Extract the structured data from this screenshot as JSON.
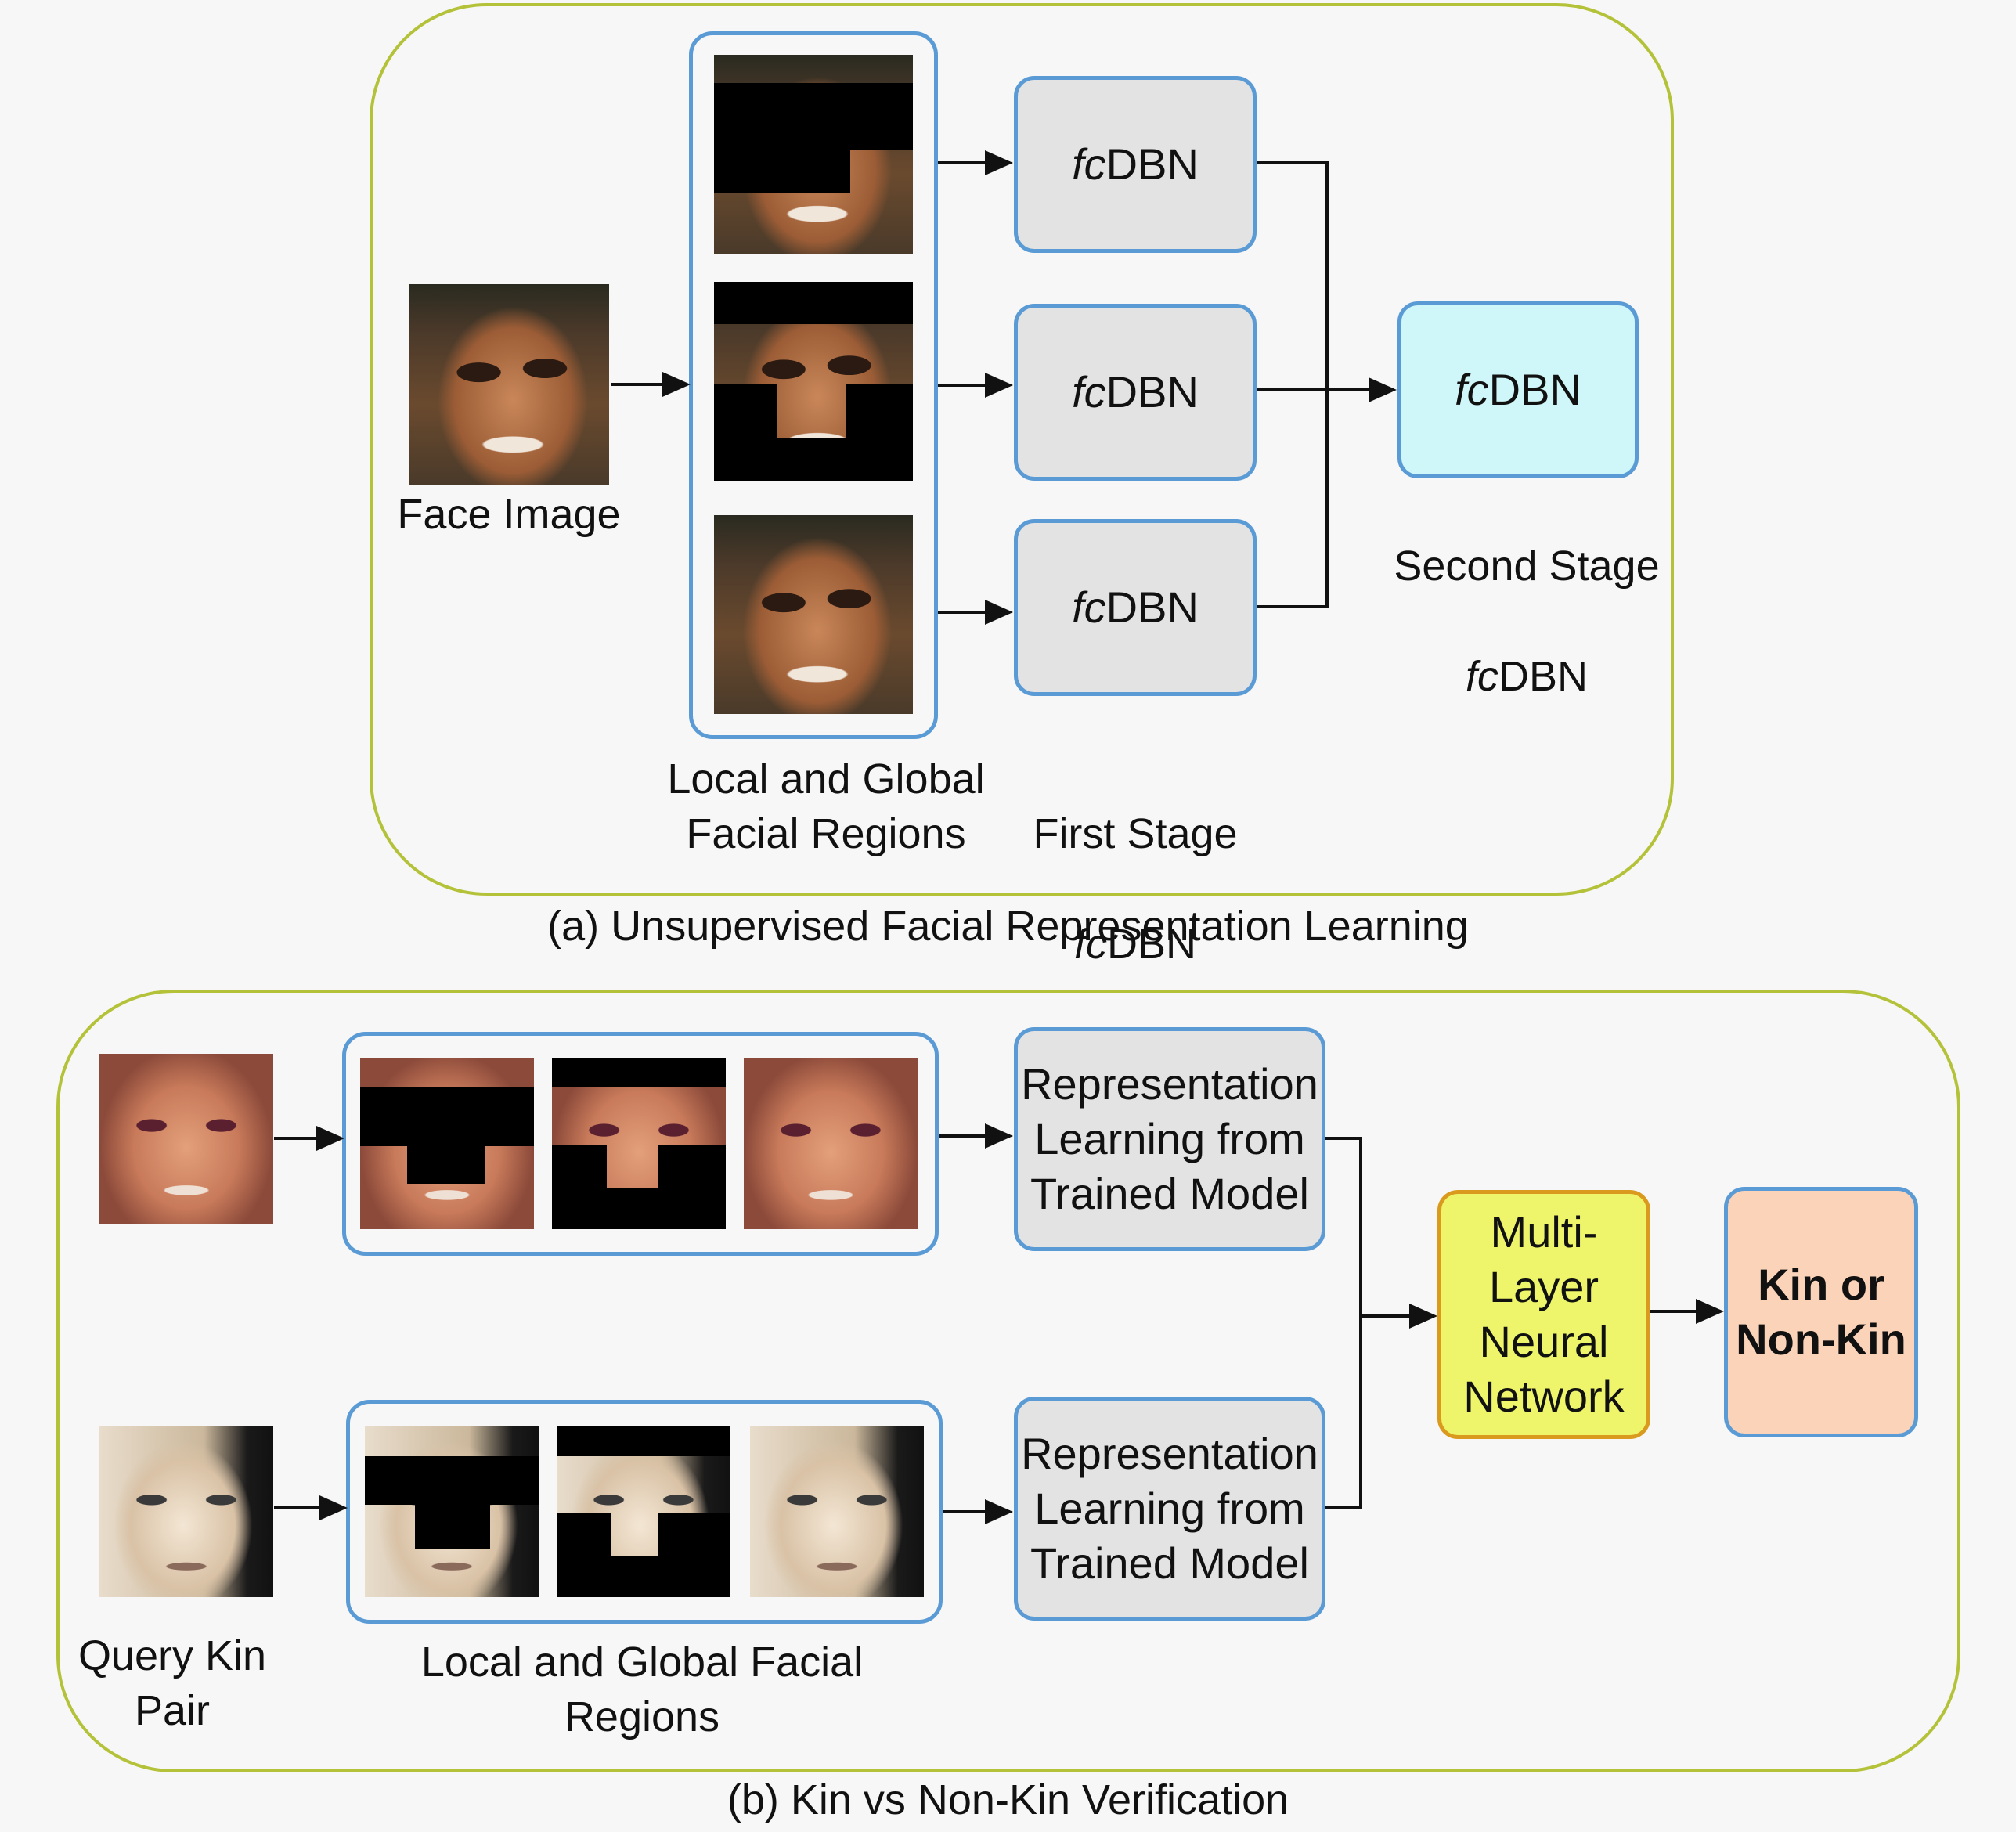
{
  "panel_a": {
    "face_label": "Face Image",
    "regions_label": "Local and Global\nFacial Regions",
    "first_stage_nodes": [
      "fcDBN",
      "fcDBN",
      "fcDBN"
    ],
    "first_stage_label_line1": "First Stage",
    "first_stage_label_line2": "fcDBN",
    "second_stage_node": "fcDBN",
    "second_stage_label_line1": "Second Stage",
    "second_stage_label_line2": "fcDBN",
    "caption": "(a) Unsupervised Facial Representation Learning"
  },
  "panel_b": {
    "rep_node_top": "Representation\nLearning from\nTrained Model",
    "rep_node_bottom": "Representation\nLearning from\nTrained Model",
    "mlnn_node": "Multi-\nLayer\nNeural\nNetwork",
    "kin_node": "Kin or\nNon-Kin",
    "pair_label": "Query Kin\nPair",
    "regions_label": "Local and Global Facial\nRegions",
    "caption": "(b) Kin vs Non-Kin Verification"
  },
  "colors": {
    "panel_border": "#b4c23a",
    "node_border": "#5b9bd5",
    "node_fill": "#e3e3e3",
    "second_stage_fill": "#cff6f8",
    "mlnn_fill": "#eef56a",
    "mlnn_border": "#d99a1e",
    "kin_fill": "#fad3b9"
  }
}
